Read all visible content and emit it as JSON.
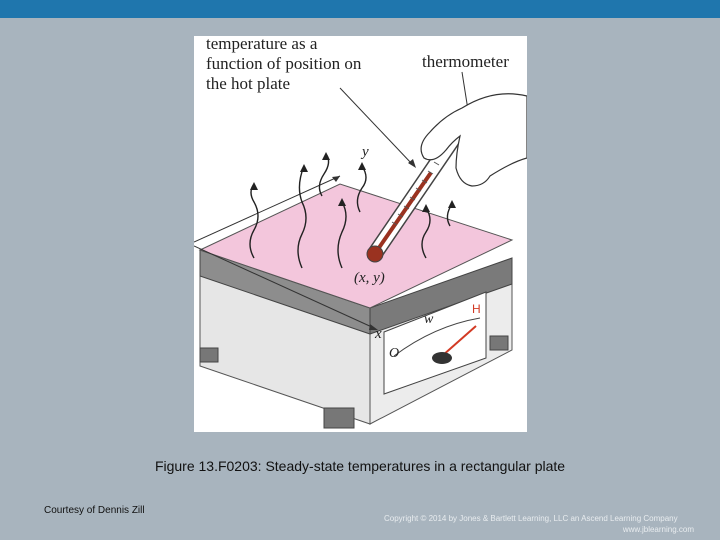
{
  "slide": {
    "caption": "Figure 13.F0203: Steady-state temperatures in a rectangular plate",
    "credit": "Courtesy of Dennis Zill",
    "copyright_line1": "Copyright © 2014 by Jones & Bartlett Learning, LLC an Ascend Learning Company",
    "copyright_line2": "www.jblearning.com"
  },
  "figure": {
    "label_temperature": "temperature as a function of position on the hot plate",
    "label_thermometer": "thermometer",
    "label_y_axis": "y",
    "label_point": "(x, y)",
    "label_x_axis": "x",
    "label_w": "w",
    "label_h": "H",
    "label_o": "O"
  },
  "colors": {
    "header_bar": "#1f76ad",
    "background": "#a8b4be",
    "plate_pink": "#f3c6dc",
    "thermometer_red": "#9a3220",
    "dial_needle_red": "#d23a24"
  },
  "icons": [
    "heat-wave-arrow-icon",
    "thermometer-icon",
    "hand-icon",
    "gauge-dial-icon"
  ]
}
